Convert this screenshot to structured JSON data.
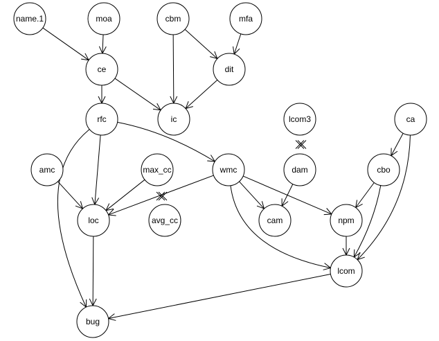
{
  "graph": {
    "nodes": [
      {
        "id": "name1",
        "label": "name.1"
      },
      {
        "id": "moa",
        "label": "moa"
      },
      {
        "id": "cbm",
        "label": "cbm"
      },
      {
        "id": "mfa",
        "label": "mfa"
      },
      {
        "id": "ce",
        "label": "ce"
      },
      {
        "id": "dit",
        "label": "dit"
      },
      {
        "id": "rfc",
        "label": "rfc"
      },
      {
        "id": "ic",
        "label": "ic"
      },
      {
        "id": "lcom3",
        "label": "lcom3"
      },
      {
        "id": "ca",
        "label": "ca"
      },
      {
        "id": "amc",
        "label": "amc"
      },
      {
        "id": "max_cc",
        "label": "max_cc"
      },
      {
        "id": "wmc",
        "label": "wmc"
      },
      {
        "id": "dam",
        "label": "dam"
      },
      {
        "id": "cbo",
        "label": "cbo"
      },
      {
        "id": "loc",
        "label": "loc"
      },
      {
        "id": "avg_cc",
        "label": "avg_cc"
      },
      {
        "id": "cam",
        "label": "cam"
      },
      {
        "id": "npm",
        "label": "npm"
      },
      {
        "id": "lcom",
        "label": "lcom"
      },
      {
        "id": "bug",
        "label": "bug"
      }
    ],
    "edges": [
      {
        "from": "name1",
        "to": "ce"
      },
      {
        "from": "moa",
        "to": "ce"
      },
      {
        "from": "cbm",
        "to": "dit"
      },
      {
        "from": "cbm",
        "to": "ic"
      },
      {
        "from": "mfa",
        "to": "dit"
      },
      {
        "from": "ce",
        "to": "rfc"
      },
      {
        "from": "ce",
        "to": "ic"
      },
      {
        "from": "dit",
        "to": "ic"
      },
      {
        "from": "rfc",
        "to": "wmc"
      },
      {
        "from": "rfc",
        "to": "loc"
      },
      {
        "from": "rfc",
        "to": "bug"
      },
      {
        "from": "amc",
        "to": "loc"
      },
      {
        "from": "max_cc",
        "to": "loc"
      },
      {
        "from": "wmc",
        "to": "loc",
        "blocked": true
      },
      {
        "from": "wmc",
        "to": "cam"
      },
      {
        "from": "wmc",
        "to": "npm"
      },
      {
        "from": "wmc",
        "to": "lcom"
      },
      {
        "from": "lcom3",
        "to": "dam",
        "blocked_only": true
      },
      {
        "from": "dam",
        "to": "cam"
      },
      {
        "from": "ca",
        "to": "cbo"
      },
      {
        "from": "ca",
        "to": "lcom"
      },
      {
        "from": "cbo",
        "to": "npm"
      },
      {
        "from": "cbo",
        "to": "lcom"
      },
      {
        "from": "npm",
        "to": "lcom"
      },
      {
        "from": "loc",
        "to": "bug"
      },
      {
        "from": "lcom",
        "to": "bug"
      }
    ]
  }
}
